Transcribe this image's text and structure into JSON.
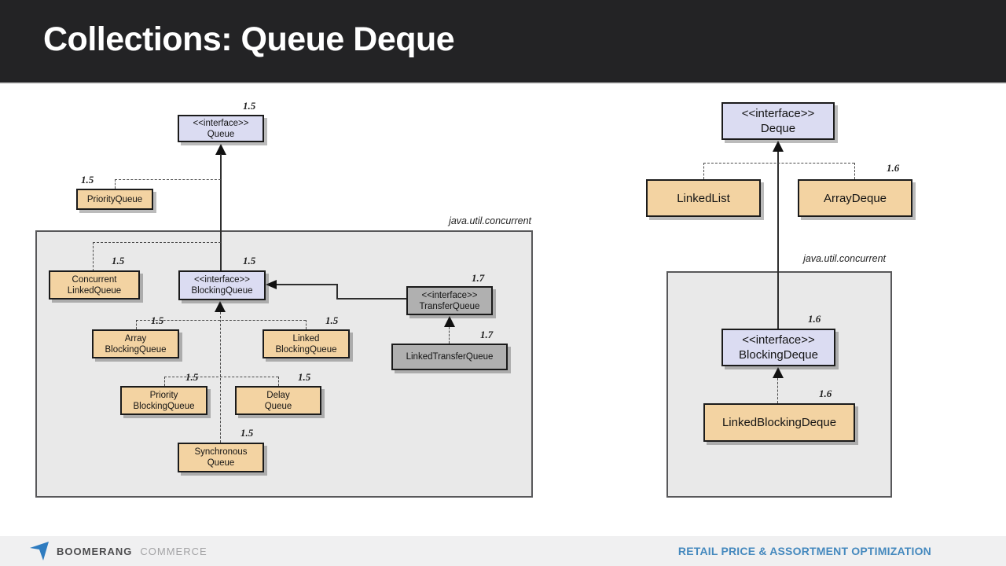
{
  "header": {
    "title": "Collections: Queue Deque"
  },
  "footer": {
    "brand_primary": "BOOMERANG",
    "brand_secondary": "COMMERCE",
    "tagline": "RETAIL PRICE & ASSORTMENT OPTIMIZATION"
  },
  "colors": {
    "header_bg": "#232325",
    "footer_bg": "#f0f0f1",
    "tagline_blue": "#4589be",
    "logo_blue": "#2f7cc0",
    "interface_fill": "#dbdcf2",
    "class_fill": "#f3d3a2",
    "jdk17_fill": "#b0b0b0",
    "package_fill": "#e9e9e9"
  },
  "queue_diagram": {
    "package_label": "java.util.concurrent",
    "queue": {
      "stereotype": "<<interface>>",
      "name": "Queue",
      "version": "1.5"
    },
    "priority_queue": {
      "name": "PriorityQueue",
      "version": "1.5"
    },
    "concurrent_linked_queue": {
      "line1": "Concurrent",
      "line2": "LinkedQueue",
      "version": "1.5"
    },
    "blocking_queue": {
      "stereotype": "<<interface>>",
      "name": "BlockingQueue",
      "version": "1.5"
    },
    "transfer_queue": {
      "stereotype": "<<interface>>",
      "name": "TransferQueue",
      "version": "1.7"
    },
    "linked_transfer_queue": {
      "name": "LinkedTransferQueue",
      "version": "1.7"
    },
    "array_blocking_queue": {
      "line1": "Array",
      "line2": "BlockingQueue",
      "version": "1.5"
    },
    "linked_blocking_queue": {
      "line1": "Linked",
      "line2": "BlockingQueue",
      "version": "1.5"
    },
    "priority_blocking_queue": {
      "line1": "Priority",
      "line2": "BlockingQueue",
      "version": "1.5"
    },
    "delay_queue": {
      "line1": "Delay",
      "line2": "Queue",
      "version": "1.5"
    },
    "synchronous_queue": {
      "line1": "Synchronous",
      "line2": "Queue",
      "version": "1.5"
    }
  },
  "deque_diagram": {
    "package_label": "java.util.concurrent",
    "deque": {
      "stereotype": "<<interface>>",
      "name": "Deque"
    },
    "linked_list": {
      "name": "LinkedList"
    },
    "array_deque": {
      "name": "ArrayDeque",
      "version": "1.6"
    },
    "blocking_deque": {
      "stereotype": "<<interface>>",
      "name": "BlockingDeque",
      "version": "1.6"
    },
    "linked_blocking_deque": {
      "name": "LinkedBlockingDeque",
      "version": "1.6"
    }
  }
}
